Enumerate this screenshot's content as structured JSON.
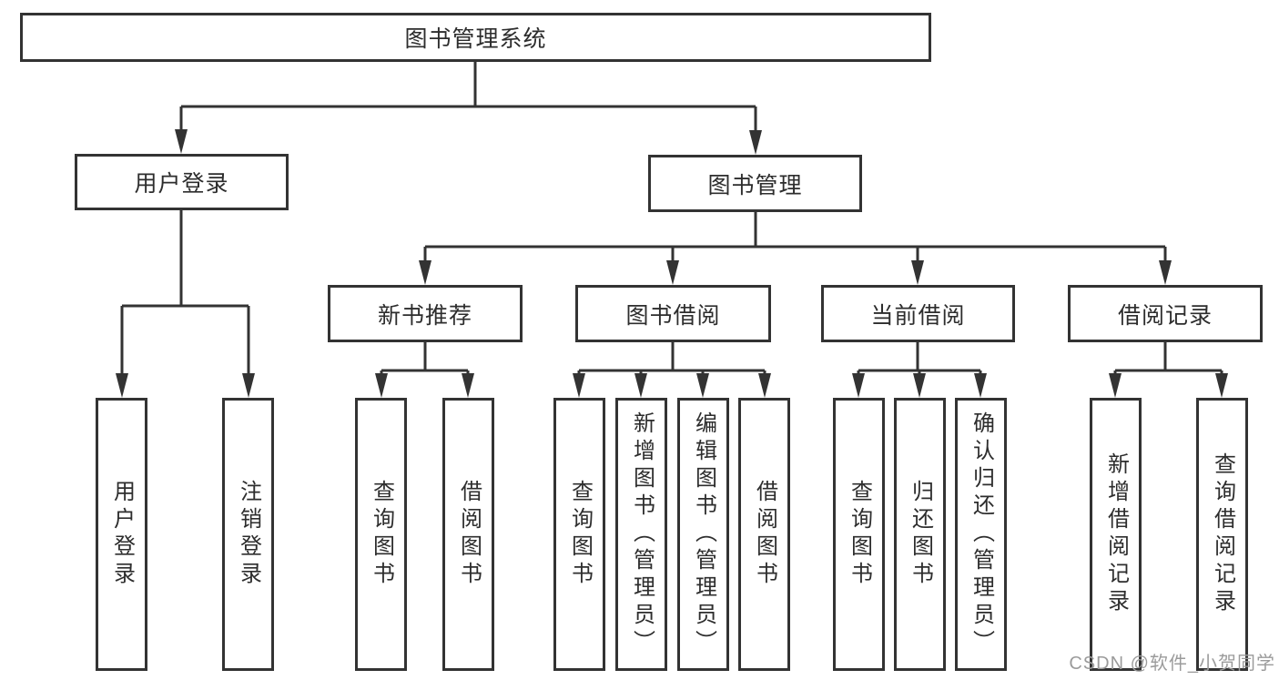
{
  "colors": {
    "line": "#333333",
    "node_border": "#333333",
    "node_text": "#2d2d2d",
    "background": "#ffffff",
    "watermark_text_color": "#9b9b9b"
  },
  "tree": {
    "label": "图书管理系统",
    "children": [
      {
        "label": "用户登录",
        "children": [
          {
            "label": "用户登录"
          },
          {
            "label": "注销登录"
          }
        ]
      },
      {
        "label": "图书管理",
        "children": [
          {
            "label": "新书推荐",
            "children": [
              {
                "label": "查询图书"
              },
              {
                "label": "借阅图书"
              }
            ]
          },
          {
            "label": "图书借阅",
            "children": [
              {
                "label": "查询图书"
              },
              {
                "label": "新增图书（管理员）"
              },
              {
                "label": "编辑图书（管理员）"
              },
              {
                "label": "借阅图书"
              }
            ]
          },
          {
            "label": "当前借阅",
            "children": [
              {
                "label": "查询图书"
              },
              {
                "label": "归还图书"
              },
              {
                "label": "确认归还（管理员）"
              }
            ]
          },
          {
            "label": "借阅记录",
            "children": [
              {
                "label": "新增借阅记录"
              },
              {
                "label": "查询借阅记录"
              }
            ]
          }
        ]
      }
    ]
  },
  "watermark": {
    "text": "CSDN @软件_小贺同学"
  }
}
